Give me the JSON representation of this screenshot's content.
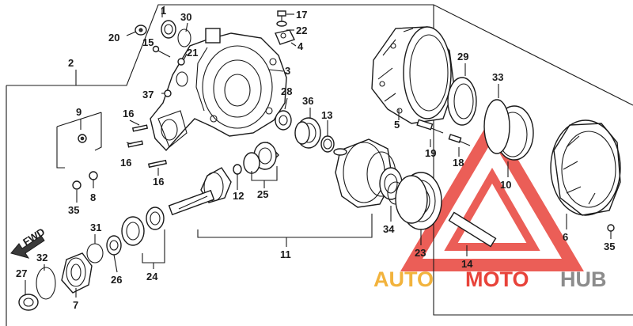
{
  "labels": {
    "p1": "1",
    "p2": "2",
    "p3": "3",
    "p4": "4",
    "p5": "5",
    "p6": "6",
    "p7": "7",
    "p8": "8",
    "p9": "9",
    "p10": "10",
    "p11": "11",
    "p12": "12",
    "p13": "13",
    "p14": "14",
    "p15": "15",
    "p16a": "16",
    "p16b": "16",
    "p16c": "16",
    "p17": "17",
    "p18": "18",
    "p19": "19",
    "p20": "20",
    "p21": "21",
    "p22": "22",
    "p23": "23",
    "p24": "24",
    "p25": "25",
    "p26": "26",
    "p27": "27",
    "p28": "28",
    "p29": "29",
    "p30": "30",
    "p31": "31",
    "p32": "32",
    "p33": "33",
    "p34": "34",
    "p35a": "35",
    "p35b": "35",
    "p36": "36",
    "p37": "37"
  },
  "fwd_label": "FWD",
  "watermark": {
    "part1": "AUTO",
    "part2": "MOTO",
    "part3": "HUB",
    "color_orange": "#f2b33d",
    "color_red": "#e8433a",
    "color_gray": "#8c8c8c"
  }
}
